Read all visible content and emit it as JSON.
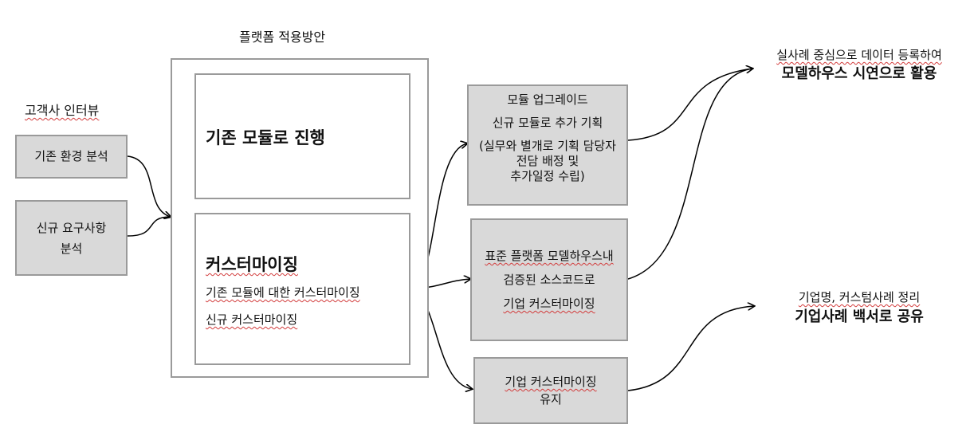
{
  "left": {
    "label": "고객사 인터뷰",
    "box1": "기존 환경 분석",
    "box2_line1": "신규 요구사항",
    "box2_line2": "분석"
  },
  "platform": {
    "title": "플랫폼 적용방안",
    "existing": "기존 모듈로 진행",
    "custom_title": "커스터마이징",
    "custom_line1": "기존 모듈에 대한 커스터마이징",
    "custom_line2": "신규 커스터마이징"
  },
  "options": {
    "upgrade": [
      "모듈 업그레이드",
      "신규 모듈로 추가 기획",
      "(실무와 별개로 기획 담당자",
      "전담 배정 및",
      "추가일정 수립)"
    ],
    "standard": [
      "표준 플랫폼 모델하우스내",
      "검증된 소스코드로",
      "기업 커스터마이징"
    ],
    "maintain": [
      "기업 커스터마이징",
      "유지"
    ]
  },
  "outcomes": {
    "demo_line1": "실사례 중심으로 데이터 등록하여",
    "demo_line2": "모델하우스 시연으로 활용",
    "share_line1": "기업명, 커스텀사례 정리",
    "share_line2": "기업사례 백서로 공유"
  }
}
